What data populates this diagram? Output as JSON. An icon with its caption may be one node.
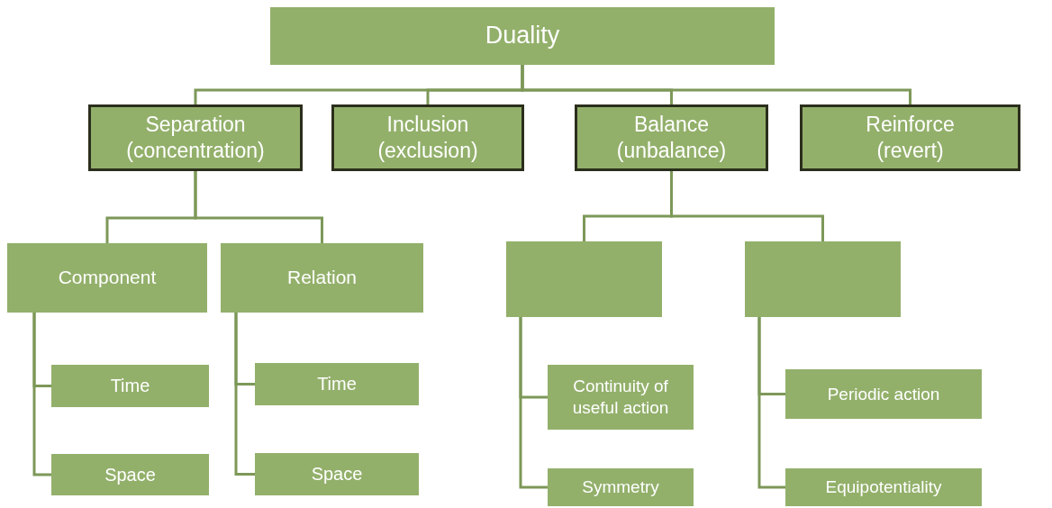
{
  "diagram": {
    "nodes": [
      {
        "text": [
          "Duality"
        ]
      },
      {
        "text": [
          "Separation (concentration)"
        ]
      },
      {
        "text": [
          "Inclusion (exclusion)"
        ]
      },
      {
        "text": [
          "Balance (unbalance)"
        ]
      },
      {
        "text": [
          "Reinforce (revert)"
        ]
      },
      {
        "text": [
          "Component"
        ]
      },
      {
        "text": [
          "Relation"
        ]
      },
      {
        "text": [
          "Time"
        ]
      },
      {
        "text": [
          "Space"
        ]
      },
      {
        "text": [
          "Time"
        ]
      },
      {
        "text": [
          "Space"
        ]
      },
      {
        "text": [],
        "shape": "box"
      },
      {
        "text": [],
        "shape": "box"
      },
      {
        "text": [
          "Continuity of useful action"
        ]
      },
      {
        "text": [
          "Symmetry"
        ]
      },
      {
        "text": [
          "Periodic action"
        ]
      },
      {
        "text": [
          "Equipotentiality"
        ]
      }
    ],
    "edges": [
      {
        "from": 0,
        "to": 1,
        "arrow": "none"
      },
      {
        "from": 0,
        "to": 2,
        "arrow": "none"
      },
      {
        "from": 0,
        "to": 3,
        "arrow": "none"
      },
      {
        "from": 0,
        "to": 4,
        "arrow": "none"
      },
      {
        "from": 1,
        "to": 5,
        "arrow": "none"
      },
      {
        "from": 1,
        "to": 6,
        "arrow": "none"
      },
      {
        "from": 5,
        "to": 7,
        "arrow": "none"
      },
      {
        "from": 5,
        "to": 8,
        "arrow": "none"
      },
      {
        "from": 6,
        "to": 9,
        "arrow": "none"
      },
      {
        "from": 6,
        "to": 10,
        "arrow": "none"
      },
      {
        "from": 3,
        "to": 11,
        "arrow": "none"
      },
      {
        "from": 3,
        "to": 12,
        "arrow": "none"
      },
      {
        "from": 11,
        "to": 13,
        "arrow": "none"
      },
      {
        "from": 11,
        "to": 14,
        "arrow": "none"
      },
      {
        "from": 12,
        "to": 15,
        "arrow": "none"
      },
      {
        "from": 12,
        "to": 16,
        "arrow": "none"
      }
    ]
  }
}
